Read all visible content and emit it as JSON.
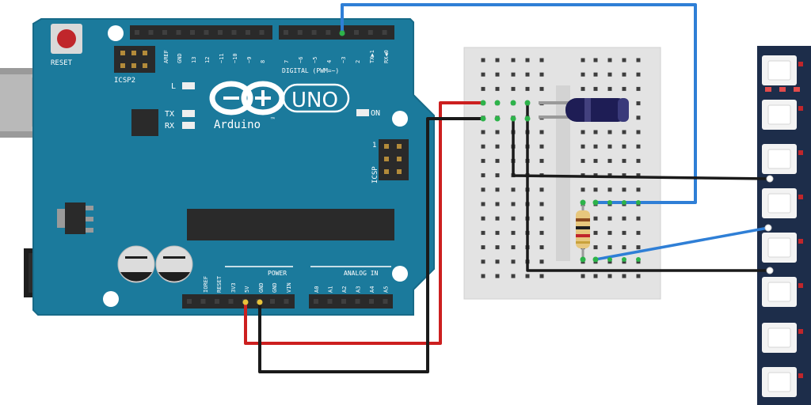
{
  "arduino": {
    "brand": "Arduino",
    "trademark": "™",
    "model": "UNO",
    "reset_label": "RESET",
    "icsp2_label": "ICSP2",
    "icsp_label": "ICSP",
    "icsp_pin1": "1",
    "led_l": "L",
    "led_tx": "TX",
    "led_rx": "RX",
    "led_on": "ON",
    "digital_label": "DIGITAL (PWM=~)",
    "power_label": "POWER",
    "analog_label": "ANALOG IN",
    "top_header_pins": [
      "AREF",
      "GND",
      "13",
      "12",
      "~11",
      "~10",
      "~9",
      "8",
      "7",
      "~6",
      "~5",
      "4",
      "~3",
      "2",
      "TX▶1",
      "RX◀0"
    ],
    "power_pins": [
      "IOREF",
      "RESET",
      "3V3",
      "5V",
      "GND",
      "GND",
      "VIN"
    ],
    "analog_pins": [
      "A0",
      "A1",
      "A2",
      "A3",
      "A4",
      "A5"
    ],
    "board_color": "#1b7a9c"
  },
  "wires": {
    "red": "#cc1f1f",
    "black": "#1a1a1a",
    "blue": "#2f7fd6"
  },
  "led_strip": {
    "color": "#1d2d4a"
  }
}
